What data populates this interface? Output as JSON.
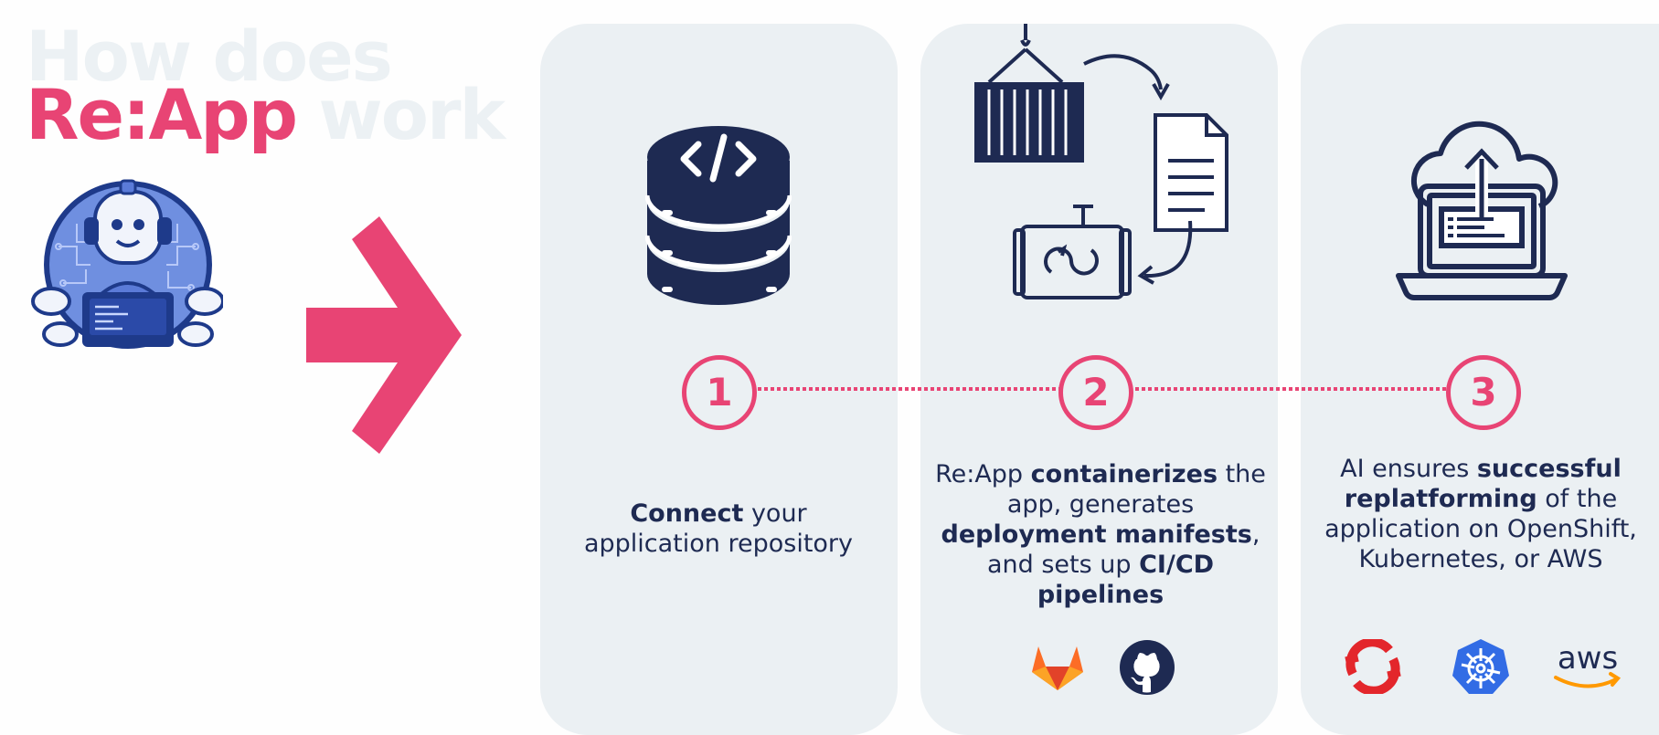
{
  "headline": {
    "line1": "How does",
    "brand": "Re:App",
    "rest": " work"
  },
  "steps": [
    {
      "number": "1",
      "icon": "database-code-icon",
      "segments": [
        {
          "text": "Connect",
          "bold": true
        },
        {
          "text": " your application repository",
          "bold": false
        }
      ]
    },
    {
      "number": "2",
      "icon": "container-pipeline-icon",
      "segments": [
        {
          "text": "Re:App ",
          "bold": false
        },
        {
          "text": "containerizes",
          "bold": true
        },
        {
          "text": " the app, generates ",
          "bold": false
        },
        {
          "text": "deployment manifests",
          "bold": true
        },
        {
          "text": ", and sets up ",
          "bold": false
        },
        {
          "text": "CI/CD pipelines",
          "bold": true
        }
      ],
      "logos": [
        "gitlab-logo",
        "github-logo"
      ]
    },
    {
      "number": "3",
      "icon": "laptop-cloud-upload-icon",
      "segments": [
        {
          "text": "AI ensures ",
          "bold": false
        },
        {
          "text": "successful replatforming",
          "bold": true
        },
        {
          "text": " of the application on OpenShift, Kubernetes, or AWS",
          "bold": false
        }
      ],
      "logos": [
        "openshift-logo",
        "kubernetes-logo",
        "aws-logo"
      ]
    }
  ],
  "aws_wordmark": "aws",
  "colors": {
    "accent": "#e84474",
    "navy": "#1e2a52",
    "card": "#ebf0f3",
    "headline_light": "#ecf1f4"
  }
}
